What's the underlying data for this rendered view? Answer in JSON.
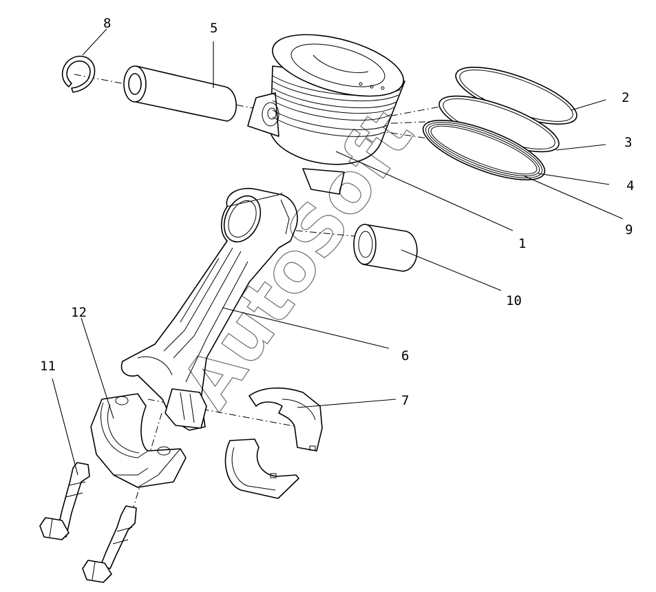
{
  "diagram": {
    "callouts": [
      "1",
      "2",
      "3",
      "4",
      "5",
      "6",
      "7",
      "8",
      "9",
      "10",
      "11",
      "12"
    ],
    "watermark": "AutoSoft"
  }
}
